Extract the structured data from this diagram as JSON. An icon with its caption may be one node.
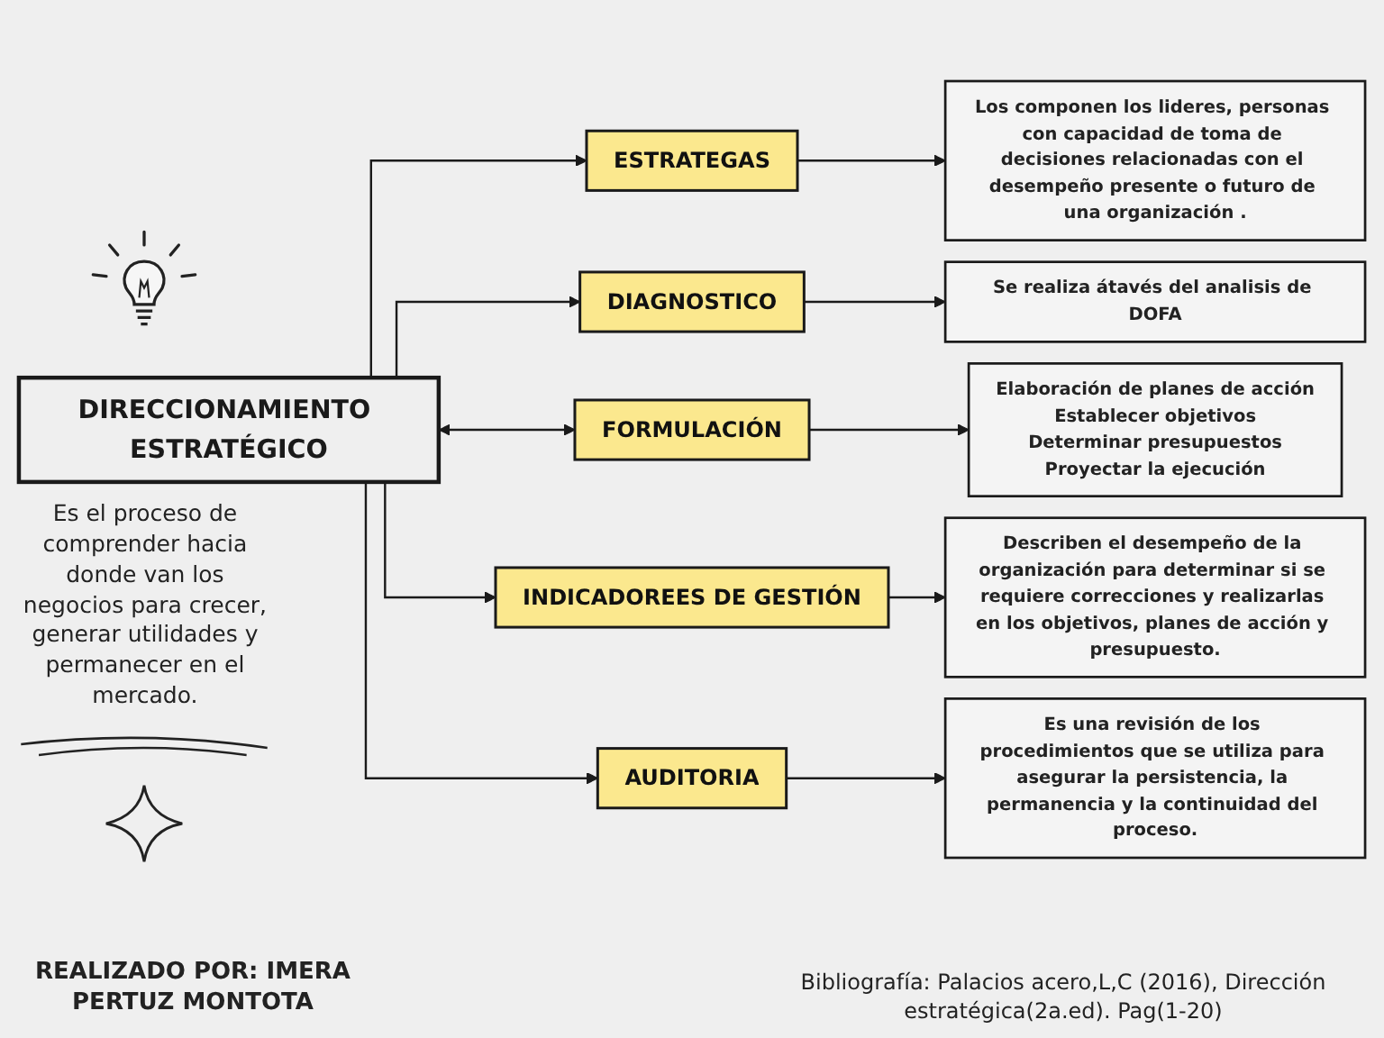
{
  "diagram": {
    "nodes": [
      {
        "text": [
          "DIRECCIONAMIENTO ESTRATÉGICO"
        ],
        "beside": [
          "Es el proceso de comprender hacia donde van los negocios para crecer, generar utilidades y permanecer en el mercado."
        ]
      },
      {
        "text": [
          "ESTRATEGAS"
        ]
      },
      {
        "text": [
          "Los componen los lideres, personas con capacidad de toma de decisiones relacionadas con el desempeño presente o futuro de una organización ."
        ]
      },
      {
        "text": [
          "DIAGNOSTICO"
        ]
      },
      {
        "text": [
          "Se realiza átavés del analisis de DOFA"
        ]
      },
      {
        "text": [
          "FORMULACIÓN"
        ]
      },
      {
        "text": [
          "Elaboración de planes de acción",
          "Establecer objetivos",
          "Determinar presupuestos",
          "Proyectar la ejecución"
        ]
      },
      {
        "text": [
          "INDICADOREES DE GESTIÓN"
        ]
      },
      {
        "text": [
          "Describen el desempeño de la organización para determinar si se requiere correcciones y realizarlas en los objetivos, planes de acción y presupuesto."
        ]
      },
      {
        "text": [
          "AUDITORIA"
        ]
      },
      {
        "text": [
          "Es una revisión de los procedimientos que se utiliza para asegurar la persistencia, la permanencia y la continuidad del proceso."
        ]
      }
    ],
    "edges": [
      {
        "from": 0,
        "to": 1,
        "arrow": "to"
      },
      {
        "from": 0,
        "to": 3,
        "arrow": "to"
      },
      {
        "from": 0,
        "to": 5,
        "arrow": "both"
      },
      {
        "from": 0,
        "to": 7,
        "arrow": "to"
      },
      {
        "from": 0,
        "to": 9,
        "arrow": "to"
      },
      {
        "from": 1,
        "to": 2,
        "arrow": "to"
      },
      {
        "from": 3,
        "to": 4,
        "arrow": "to"
      },
      {
        "from": 5,
        "to": 6,
        "arrow": "to"
      },
      {
        "from": 7,
        "to": 8,
        "arrow": "to"
      },
      {
        "from": 9,
        "to": 10,
        "arrow": "to"
      }
    ],
    "labels": [
      "REALIZADO POR: IMERA PERTUZ MONTOTA",
      "Bibliografía: Palacios acero,L,C (2016), Dirección estratégica(2a.ed). Pag(1-20)"
    ]
  }
}
